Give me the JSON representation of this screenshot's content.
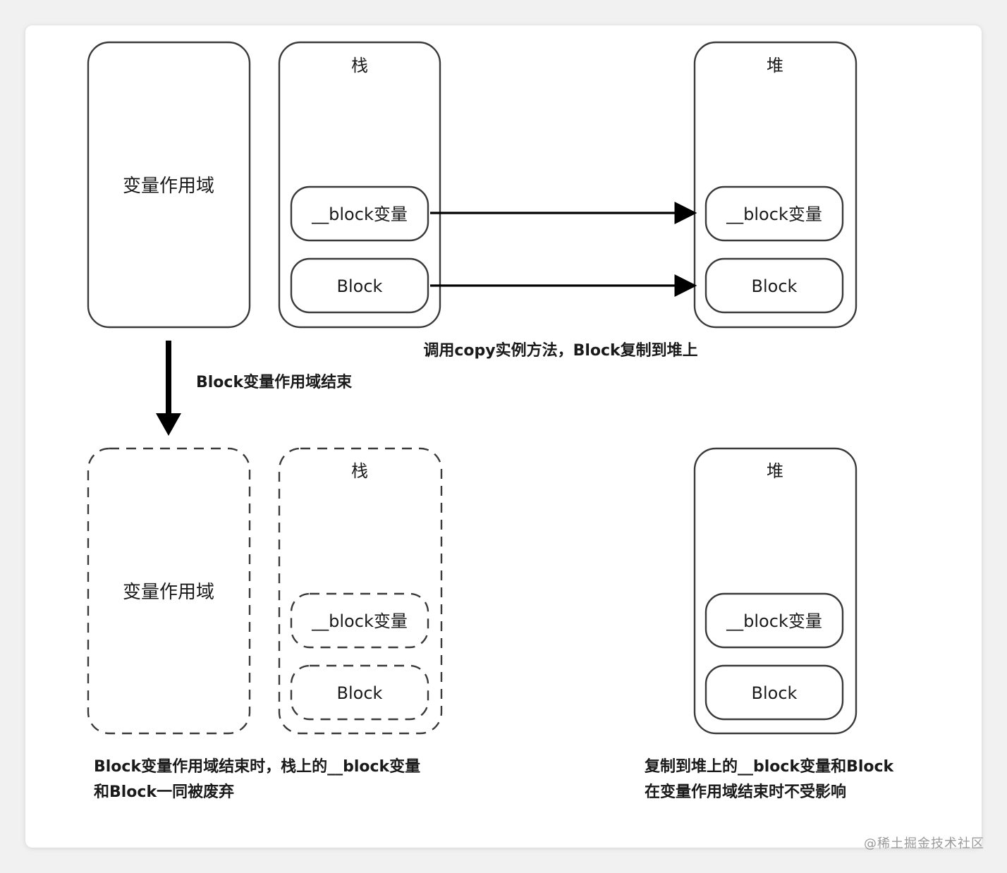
{
  "top": {
    "scope_label": "变量作用域",
    "stack": {
      "title": "栈",
      "var_label": "__block变量",
      "block_label": "Block"
    },
    "heap": {
      "title": "堆",
      "var_label": "__block变量",
      "block_label": "Block"
    },
    "copy_caption": "调用copy实例方法，Block复制到堆上"
  },
  "transition": {
    "caption": "Block变量作用域结束"
  },
  "bottom": {
    "scope_label": "变量作用域",
    "stack": {
      "title": "栈",
      "var_label": "__block变量",
      "block_label": "Block"
    },
    "heap": {
      "title": "堆",
      "var_label": "__block变量",
      "block_label": "Block"
    },
    "left_caption_line1": "Block变量作用域结束时，栈上的__block变量",
    "left_caption_line2": "和Block一同被废弃",
    "right_caption_line1": "复制到堆上的__block变量和Block",
    "right_caption_line2": "在变量作用域结束时不受影响"
  },
  "watermark": "@稀土掘金技术社区"
}
